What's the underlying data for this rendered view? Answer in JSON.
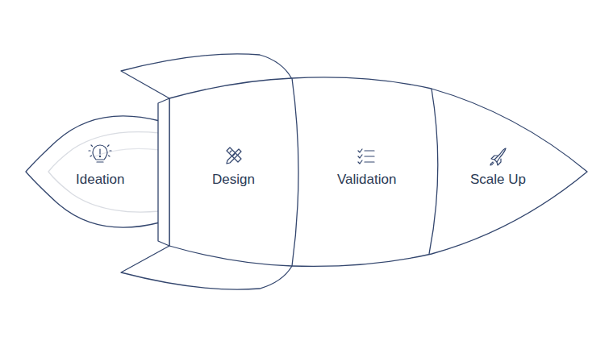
{
  "diagram": {
    "nodes": [
      {
        "text": [
          "Ideation"
        ]
      },
      {
        "text": [
          "Design"
        ]
      },
      {
        "text": [
          "Validation"
        ]
      },
      {
        "text": [
          "Scale Up"
        ]
      }
    ]
  }
}
